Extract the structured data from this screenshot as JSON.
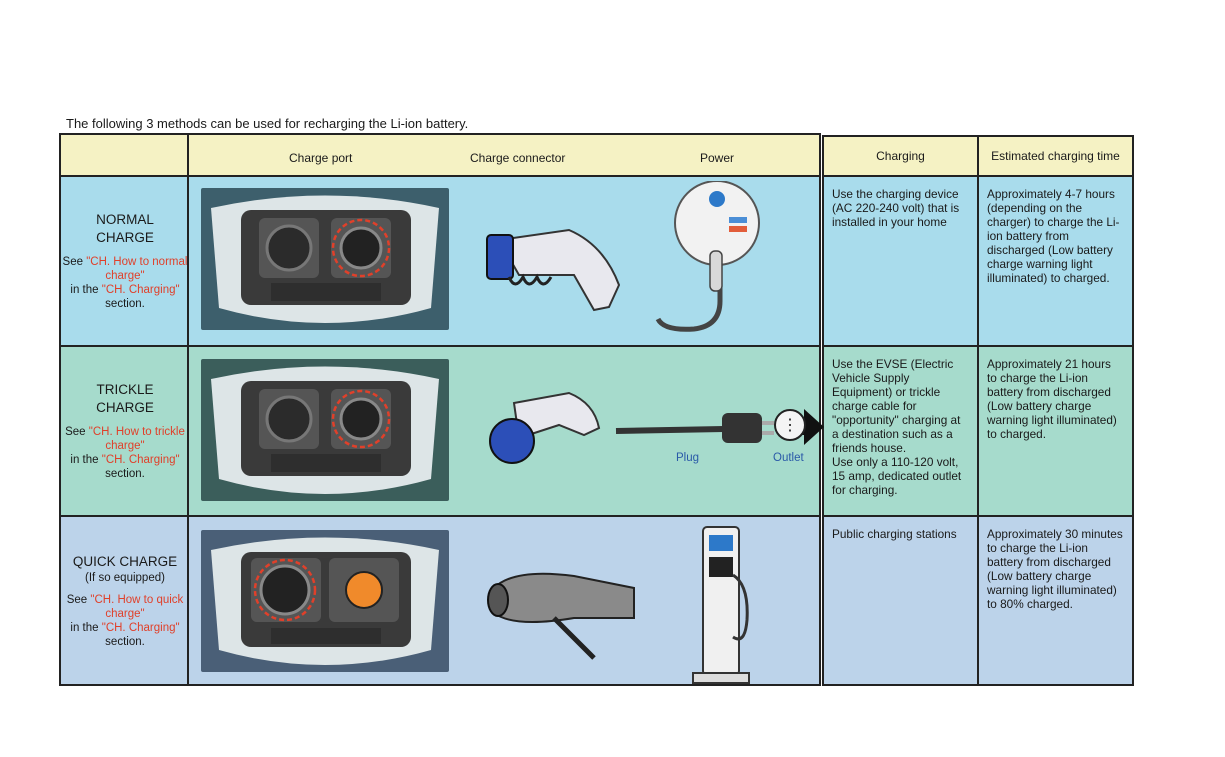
{
  "intro": "The following 3 methods can be used for recharging the Li-ion battery.",
  "headers": {
    "charge_port": "Charge port",
    "charge_connector": "Charge connector",
    "power": "Power",
    "charging": "Charging",
    "time": "Estimated charging time"
  },
  "rows": [
    {
      "title": [
        "NORMAL",
        "CHARGE"
      ],
      "subtitle": "",
      "see_prefix": "See ",
      "see_link": "\"CH. How to normal charge\"",
      "see_in": "in the ",
      "see_section_link": "\"CH. Charging\"",
      "see_suffix": " section.",
      "charging": "Use the charging device (AC 220-240 volt) that is installed in your home",
      "time": "Approximately 4-7 hours (depending on the charger) to charge the Li-ion battery from discharged (Low battery charge warning light illuminated) to charged."
    },
    {
      "title": [
        "TRICKLE",
        "CHARGE"
      ],
      "subtitle": "",
      "see_prefix": "See ",
      "see_link": "\"CH. How to trickle charge\"",
      "see_in": "in the ",
      "see_section_link": "\"CH. Charging\"",
      "see_suffix": " section.",
      "charging": "Use the EVSE (Electric Vehicle Supply Equipment) or trickle charge cable for \"opportunity\" charging at a destination such as a friends house.\nUse only a 110-120 volt, 15 amp, dedicated outlet for charging.",
      "time": "Approximately 21 hours to charge the Li-ion battery from discharged (Low battery charge warning light illuminated) to charged.",
      "plug_label": "Plug",
      "outlet_label": "Outlet"
    },
    {
      "title": [
        "QUICK CHARGE"
      ],
      "subtitle": "(If so equipped)",
      "see_prefix": "See ",
      "see_link": "\"CH. How to quick charge\"",
      "see_in": "in the ",
      "see_section_link": "\"CH. Charging\"",
      "see_suffix": " section.",
      "charging": "Public charging stations",
      "time": "Approximately 30 minutes to charge the Li-ion battery from discharged (Low battery charge warning light illuminated) to 80% charged."
    }
  ]
}
